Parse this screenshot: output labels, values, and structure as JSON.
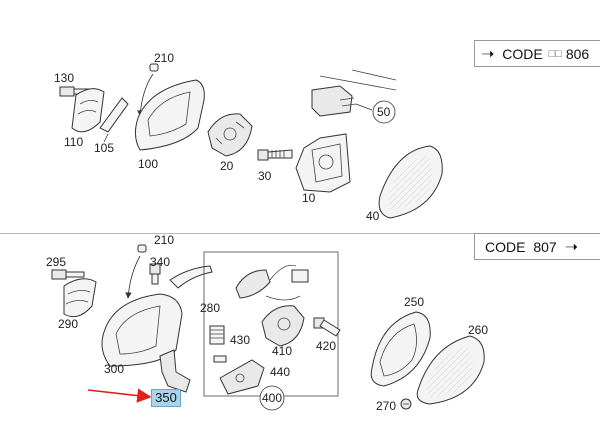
{
  "sections": {
    "top": {
      "code_label": "CODE",
      "code_value": "806",
      "code_marks": "□□",
      "parts": {
        "p130": "130",
        "p210": "210",
        "p110": "110",
        "p105": "105",
        "p100": "100",
        "p20": "20",
        "p30": "30",
        "p10": "10",
        "p50": "50",
        "p40": "40"
      }
    },
    "bottom": {
      "code_label": "CODE",
      "code_value": "807",
      "parts": {
        "p210": "210",
        "p295": "295",
        "p340": "340",
        "p290": "290",
        "p280": "280",
        "p300": "300",
        "p350": "350",
        "p430": "430",
        "p410": "410",
        "p420": "420",
        "p440": "440",
        "p400": "400",
        "p250": "250",
        "p260": "260",
        "p270": "270"
      }
    }
  },
  "highlight": {
    "part": "350",
    "color": "#a9d4ec",
    "arrow_color": "#e0201a"
  }
}
